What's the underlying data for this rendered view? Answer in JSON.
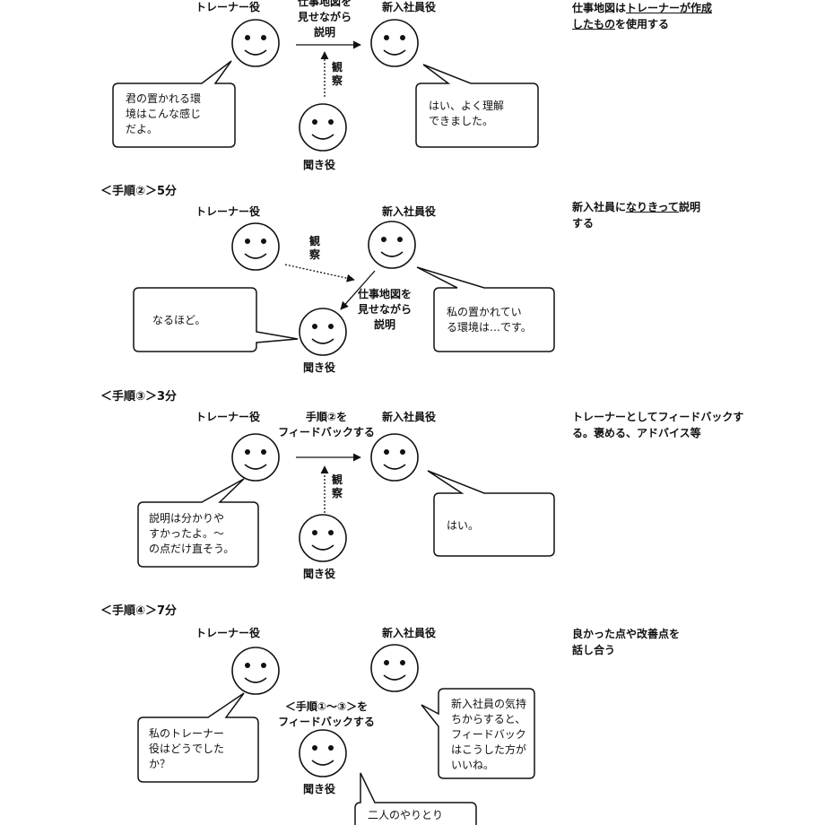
{
  "roles": {
    "trainer": "トレーナー役",
    "newcomer": "新入社員役",
    "listener": "聞き役"
  },
  "observe": "観察",
  "section1": {
    "arrow_label": [
      "仕事地図を",
      "見せながら",
      "説明"
    ],
    "trainer_bubble": [
      "君の置かれる環",
      "境はこんな感じ",
      "だよ。"
    ],
    "newcomer_bubble": [
      "はい、よく理解",
      "できました。"
    ],
    "note_line1": {
      "a": "仕事地図は",
      "b": "トレーナーが作成"
    },
    "note_line2": {
      "a": "したもの",
      "b": "を使用する"
    }
  },
  "section2": {
    "step": "＜手順②＞5分",
    "arrow_label": [
      "仕事地図を",
      "見せながら",
      "説明"
    ],
    "listener_bubble": [
      "なるほど。"
    ],
    "newcomer_bubble": [
      "私の置かれてい",
      "る環境は…です。"
    ],
    "note_line1": {
      "a": "新入社員に",
      "b": "なりきって",
      "c": "説明"
    },
    "note_line2": "する"
  },
  "section3": {
    "step": "＜手順③＞3分",
    "arrow_label": [
      "手順②を",
      "フィードバックする"
    ],
    "trainer_bubble": [
      "説明は分かりや",
      "すかったよ。～",
      "の点だけ直そう。"
    ],
    "newcomer_bubble": [
      "はい。"
    ],
    "note": [
      "トレーナーとしてフィードバックす",
      "る。褒める、アドバイス等"
    ]
  },
  "section4": {
    "step": "＜手順④＞7分",
    "center_label": [
      "＜手順①～③＞を",
      "フィードバックする"
    ],
    "trainer_bubble": [
      "私のトレーナー",
      "役はどうでした",
      "か？"
    ],
    "newcomer_bubble": [
      "新入社員の気持",
      "ちからすると、",
      "フィードバック",
      "はこうした方が",
      "いいね。"
    ],
    "listener_bubble": [
      "二人のやりとり"
    ],
    "note": [
      "良かった点や改善点を",
      "話し合う"
    ]
  }
}
